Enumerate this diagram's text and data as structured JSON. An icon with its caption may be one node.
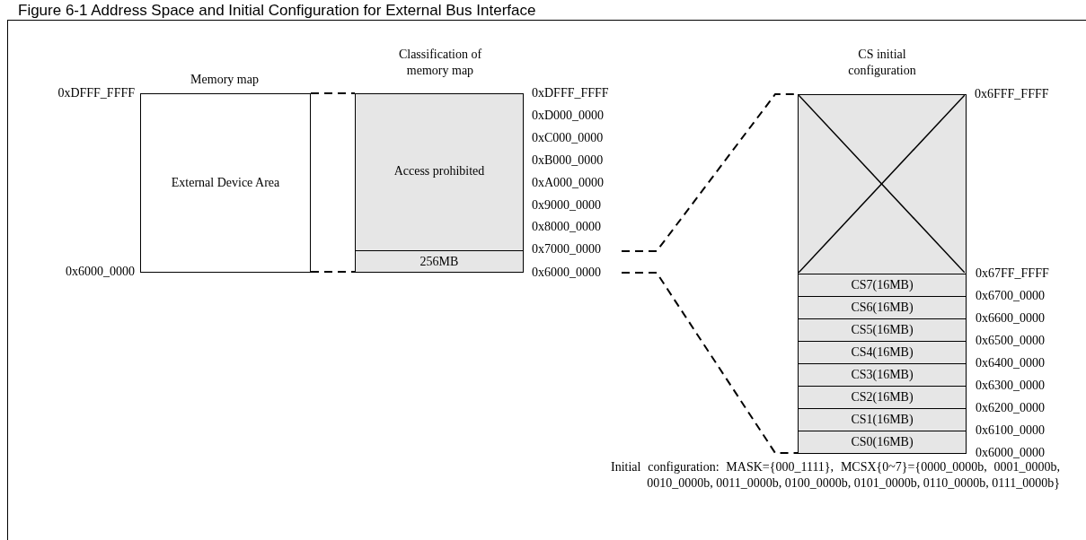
{
  "diagram": {
    "title": "Figure 6-1 Address Space and Initial Configuration for External Bus Interface",
    "nodes": [
      {
        "text": [
          "Memory map",
          "External Device Area"
        ]
      },
      {
        "text": [
          "Classification of memory map",
          "Access prohibited"
        ]
      },
      {
        "text": [
          "256MB"
        ]
      },
      {
        "text": [
          "CS initial configuration"
        ]
      },
      {
        "text": [
          "CS7(16MB)"
        ]
      },
      {
        "text": [
          "CS6(16MB)"
        ]
      },
      {
        "text": [
          "CS5(16MB)"
        ]
      },
      {
        "text": [
          "CS4(16MB)"
        ]
      },
      {
        "text": [
          "CS3(16MB)"
        ]
      },
      {
        "text": [
          "CS2(16MB)"
        ]
      },
      {
        "text": [
          "CS1(16MB)"
        ]
      },
      {
        "text": [
          "CS0(16MB)"
        ]
      }
    ],
    "edges": [
      {
        "from": 0,
        "to": 1,
        "arrow": "none",
        "style": "dashed"
      },
      {
        "from": 0,
        "to": 2,
        "arrow": "none",
        "style": "dashed"
      }
    ],
    "labels": [
      "0xDFFF_FFFF",
      "0x6000_0000",
      "0xDFFF_FFFF",
      "0xD000_0000",
      "0xC000_0000",
      "0xB000_0000",
      "0xA000_0000",
      "0x9000_0000",
      "0x8000_0000",
      "0x7000_0000",
      "0x6000_0000",
      "0x6FFF_FFFF",
      "0x67FF_FFFF",
      "0x6700_0000",
      "0x6600_0000",
      "0x6500_0000",
      "0x6400_0000",
      "0x6300_0000",
      "0x6200_0000",
      "0x6100_0000",
      "0x6000_0000",
      "Initial configuration: MASK={000_1111}, MCSX{0~7}={0000_0000b, 0001_0000b, 0010_0000b, 0011_0000b, 0100_0000b, 0101_0000b, 0110_0000b, 0111_0000b}"
    ]
  }
}
